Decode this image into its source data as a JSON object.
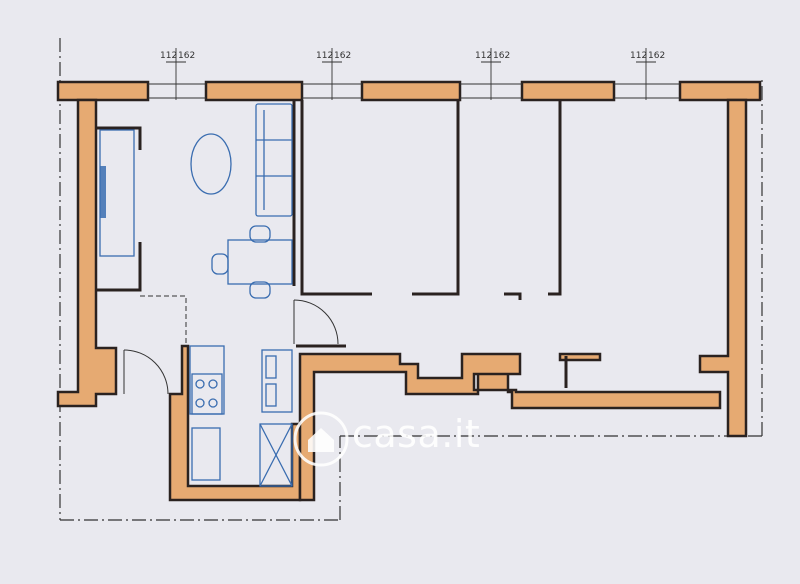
{
  "window_labels": [
    {
      "top": "112",
      "bottom": "162"
    },
    {
      "top": "112",
      "bottom": "162"
    },
    {
      "top": "112",
      "bottom": "162"
    },
    {
      "top": "112",
      "bottom": "162"
    }
  ],
  "watermark": {
    "text": "casa.it",
    "icon": "house-logo"
  },
  "colors": {
    "background": "#e9e9ef",
    "wall": "#e6aa72",
    "wall_outline": "#2a2220",
    "furniture": "#3a6db0",
    "dimension_line": "#333333"
  }
}
